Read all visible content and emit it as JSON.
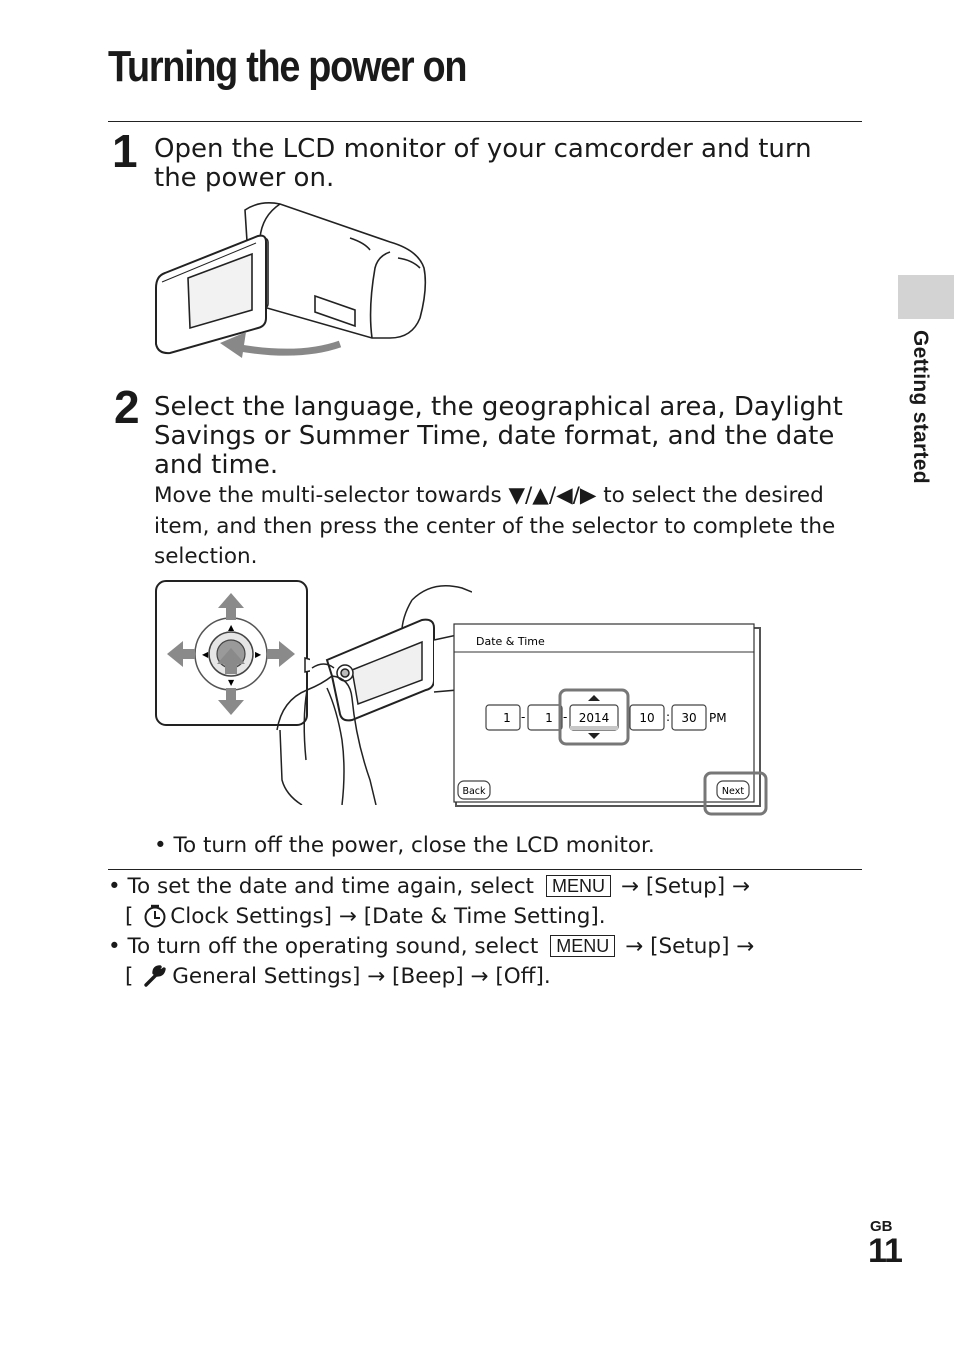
{
  "page": {
    "title": "Turning the power on",
    "side_tab_label": "Getting started",
    "region": "GB",
    "page_number": "11"
  },
  "step1": {
    "number": "1",
    "heading": "Open the LCD monitor of your camcorder and turn the power on."
  },
  "step2": {
    "number": "2",
    "heading": "Select the language, the geographical area, Daylight Savings or Summer Time, date format, and the date and time.",
    "body_pre": "Move the multi-selector towards ",
    "arrows": "▼/▲/◀/▶",
    "body_post": " to select the desired item, and then press the center of the selector to complete the selection."
  },
  "screen": {
    "title": "Date & Time",
    "month": "1",
    "day": "1",
    "year": "2014",
    "hour": "10",
    "minute": "30",
    "ampm": "PM",
    "back_label": "Back",
    "next_label": "Next"
  },
  "bullet_power_off": "• To turn off the power, close the LCD monitor.",
  "notes": {
    "note1": {
      "bullet": "•",
      "pre": "To set the date and time again, select",
      "menu": "MENU",
      "post1": "→ [Setup] →",
      "line2_open": "[",
      "line2_rest": "Clock Settings] → [Date & Time Setting]."
    },
    "note2": {
      "bullet": "•",
      "pre": "To turn off the operating sound, select",
      "menu": "MENU",
      "post1": "→ [Setup] →",
      "line2_open": "[",
      "line2_rest": "General Settings] → [Beep] → [Off]."
    }
  },
  "icons": [
    "clock-icon",
    "wrench-icon",
    "multi-selector-arrows-icon"
  ]
}
